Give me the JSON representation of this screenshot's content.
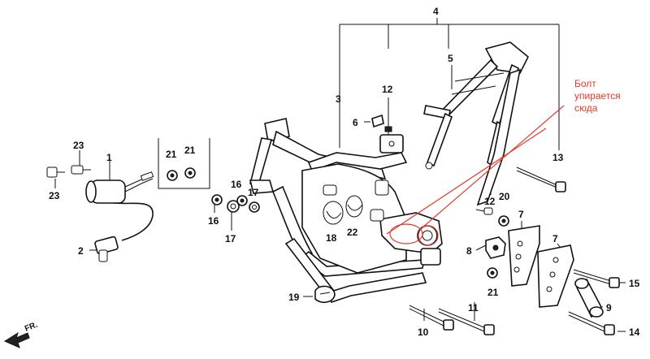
{
  "labels": {
    "p1": "1",
    "p2": "2",
    "p3": "3",
    "p4": "4",
    "p5": "5",
    "p6": "6",
    "p7a": "7",
    "p7b": "7",
    "p8": "8",
    "p9": "9",
    "p10": "10",
    "p11": "11",
    "p12a": "12",
    "p12b": "12",
    "p13": "13",
    "p14": "14",
    "p15": "15",
    "p16a": "16",
    "p16b": "16",
    "p17a": "17",
    "p17b": "17",
    "p18": "18",
    "p19": "19",
    "p20": "20",
    "p21a": "21",
    "p21b": "21",
    "p21c": "21",
    "p22": "22",
    "p23a": "23",
    "p23b": "23"
  },
  "annotation": {
    "line1": "Болт",
    "line2": "упирается",
    "line3": "сюда",
    "color": "#e0392b"
  },
  "direction": {
    "label": "FR."
  }
}
